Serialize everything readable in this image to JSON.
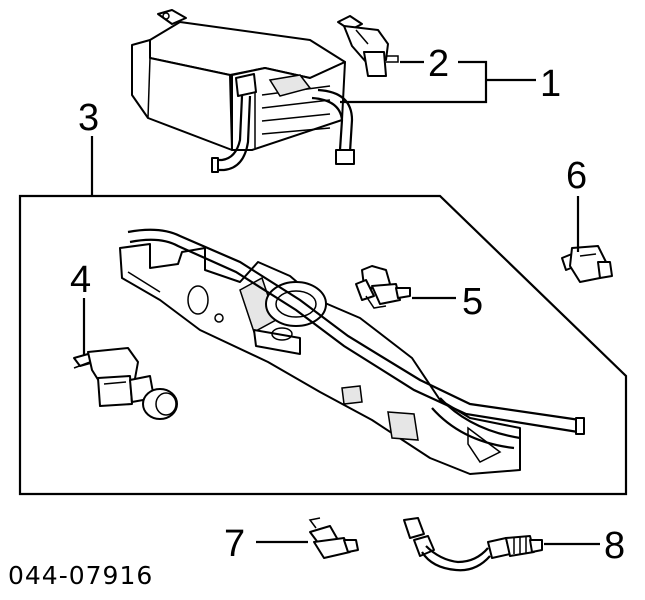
{
  "diagram": {
    "callouts": [
      {
        "id": "1",
        "label": "1"
      },
      {
        "id": "2",
        "label": "2"
      },
      {
        "id": "3",
        "label": "3"
      },
      {
        "id": "4",
        "label": "4"
      },
      {
        "id": "5",
        "label": "5"
      },
      {
        "id": "6",
        "label": "6"
      },
      {
        "id": "7",
        "label": "7"
      },
      {
        "id": "8",
        "label": "8"
      }
    ],
    "catalog_code": "044-07916",
    "colors": {
      "line": "#000000",
      "background": "#ffffff"
    }
  }
}
